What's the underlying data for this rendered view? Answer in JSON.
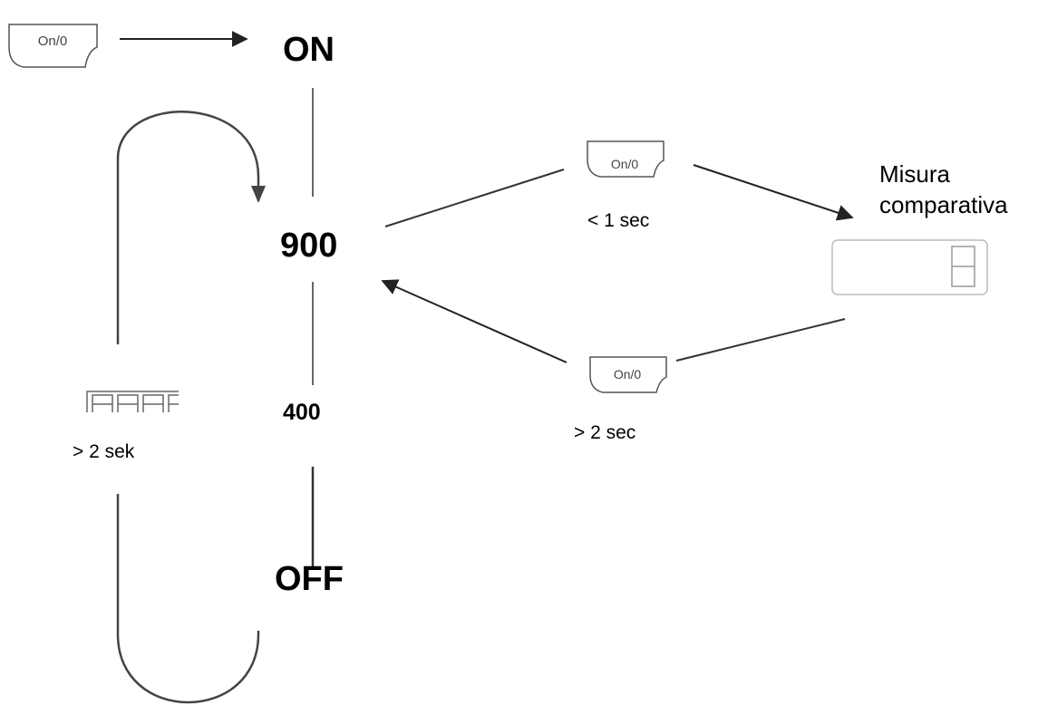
{
  "states": {
    "on": "ON",
    "level_900": "900",
    "level_400": "400",
    "off": "OFF"
  },
  "button": {
    "label": "On/0"
  },
  "notes": {
    "short_press": "< 1 sec",
    "long_press": "> 2 sec",
    "long_press_left": "> 2 sek"
  },
  "comparative": {
    "line1": "Misura",
    "line2": "comparativa"
  },
  "colors": {
    "line": "#333333",
    "button_border": "#555555",
    "display_border": "#bbbbbb"
  }
}
